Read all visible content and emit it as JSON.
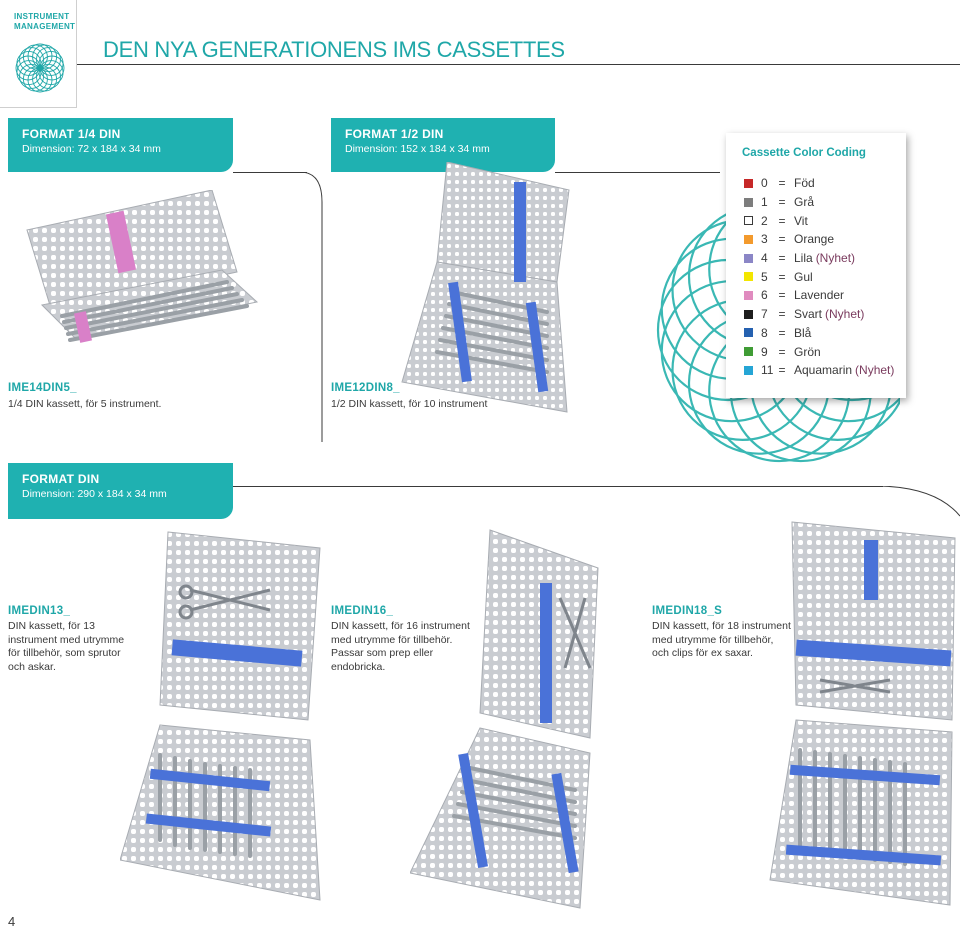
{
  "brand": {
    "line1": "INSTRUMENT",
    "line2": "MANAGEMENT"
  },
  "page_title": "DEN NYA GENERATIONENS IMS CASSETTES",
  "formats": [
    {
      "title": "FORMAT 1/4 DIN",
      "dimension": "Dimension: 72 x 184 x 34 mm"
    },
    {
      "title": "FORMAT 1/2 DIN",
      "dimension": "Dimension: 152 x 184 x 34 mm"
    },
    {
      "title": "FORMAT DIN",
      "dimension": "Dimension: 290 x 184 x 34 mm"
    }
  ],
  "products": [
    {
      "code": "IME14DIN5_",
      "desc": [
        "1/4 DIN kassett, för 5 instrument."
      ]
    },
    {
      "code": "IME12DIN8_",
      "desc": [
        "1/2 DIN kassett, för 10 instrument"
      ]
    },
    {
      "code": "IMEDIN13_",
      "desc": [
        "DIN kassett, för 13",
        "instrument med utrymme",
        "för tillbehör, som sprutor",
        "och askar."
      ]
    },
    {
      "code": "IMEDIN16_",
      "desc": [
        "DIN kassett, för 16 instrument",
        "med utrymme för tillbehör.",
        "Passar som prep eller",
        "endobricka."
      ]
    },
    {
      "code": "IMEDIN18_S",
      "desc": [
        "DIN kassett, för 18 instrument",
        "med utrymme för tillbehör,",
        "och clips för ex saxar."
      ]
    }
  ],
  "color_coding": {
    "title": "Cassette Color Coding",
    "new_tag": "(Nyhet)",
    "items": [
      {
        "num": "0",
        "name": "Föd",
        "color": "#c62828",
        "is_new": false
      },
      {
        "num": "1",
        "name": "Grå",
        "color": "#7d7d7d",
        "is_new": false
      },
      {
        "num": "2",
        "name": "Vit",
        "color": "#ffffff",
        "is_new": false
      },
      {
        "num": "3",
        "name": "Orange",
        "color": "#f39a2d",
        "is_new": false
      },
      {
        "num": "4",
        "name": "Lila",
        "color": "#8b86c6",
        "is_new": true
      },
      {
        "num": "5",
        "name": "Gul",
        "color": "#f3e600",
        "is_new": false
      },
      {
        "num": "6",
        "name": "Lavender",
        "color": "#e08bbf",
        "is_new": false
      },
      {
        "num": "7",
        "name": "Svart",
        "color": "#1e1e1e",
        "is_new": true
      },
      {
        "num": "8",
        "name": "Blå",
        "color": "#2561b0",
        "is_new": false
      },
      {
        "num": "9",
        "name": "Grön",
        "color": "#3f9c35",
        "is_new": false
      },
      {
        "num": "11",
        "name": "Aquamarin",
        "color": "#25a5d5",
        "is_new": true
      }
    ]
  },
  "accent_colors": {
    "teal": "#1fb1b1",
    "insert_blue": "#4a72d8",
    "insert_pink": "#d980c8",
    "steel": "#c9ccd1"
  },
  "page_number": "4"
}
